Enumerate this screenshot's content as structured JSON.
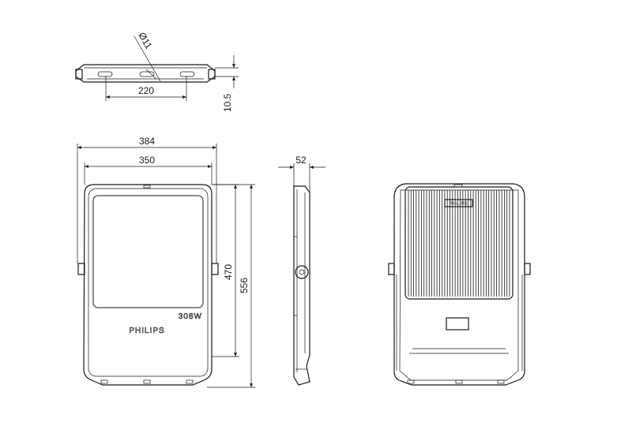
{
  "dimensions": {
    "hole_diameter": "Ø11",
    "mount_spacing": "220",
    "bracket_thickness": "10.5",
    "overall_width": "384",
    "body_width": "350",
    "side_depth": "52",
    "body_height": "470",
    "overall_height": "556"
  },
  "labels": {
    "power_rating": "308W",
    "brand": "PHILIPS"
  }
}
